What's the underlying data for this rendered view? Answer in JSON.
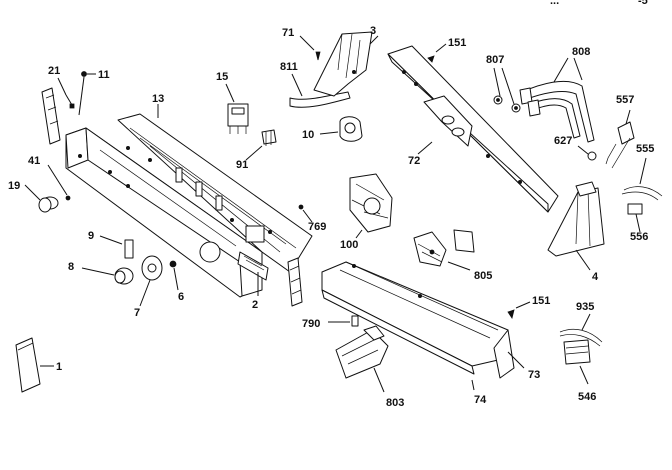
{
  "corner_text": [
    "...",
    "-5"
  ],
  "callouts": [
    {
      "id": "p1",
      "label": "1"
    },
    {
      "id": "p2",
      "label": "2"
    },
    {
      "id": "p3",
      "label": "3"
    },
    {
      "id": "p4",
      "label": "4"
    },
    {
      "id": "p6",
      "label": "6"
    },
    {
      "id": "p7",
      "label": "7"
    },
    {
      "id": "p8",
      "label": "8"
    },
    {
      "id": "p9",
      "label": "9"
    },
    {
      "id": "p10",
      "label": "10"
    },
    {
      "id": "p11",
      "label": "11"
    },
    {
      "id": "p13",
      "label": "13"
    },
    {
      "id": "p15",
      "label": "15"
    },
    {
      "id": "p19",
      "label": "19"
    },
    {
      "id": "p21",
      "label": "21"
    },
    {
      "id": "p41",
      "label": "41"
    },
    {
      "id": "p71",
      "label": "71"
    },
    {
      "id": "p72",
      "label": "72"
    },
    {
      "id": "p73",
      "label": "73"
    },
    {
      "id": "p74",
      "label": "74"
    },
    {
      "id": "p91",
      "label": "91"
    },
    {
      "id": "p100",
      "label": "100"
    },
    {
      "id": "p151a",
      "label": "151"
    },
    {
      "id": "p151b",
      "label": "151"
    },
    {
      "id": "p546",
      "label": "546"
    },
    {
      "id": "p555",
      "label": "555"
    },
    {
      "id": "p556",
      "label": "556"
    },
    {
      "id": "p557",
      "label": "557"
    },
    {
      "id": "p627",
      "label": "627"
    },
    {
      "id": "p769",
      "label": "769"
    },
    {
      "id": "p790",
      "label": "790"
    },
    {
      "id": "p803",
      "label": "803"
    },
    {
      "id": "p805",
      "label": "805"
    },
    {
      "id": "p807",
      "label": "807"
    },
    {
      "id": "p808",
      "label": "808"
    },
    {
      "id": "p811",
      "label": "811"
    },
    {
      "id": "p935",
      "label": "935"
    }
  ]
}
